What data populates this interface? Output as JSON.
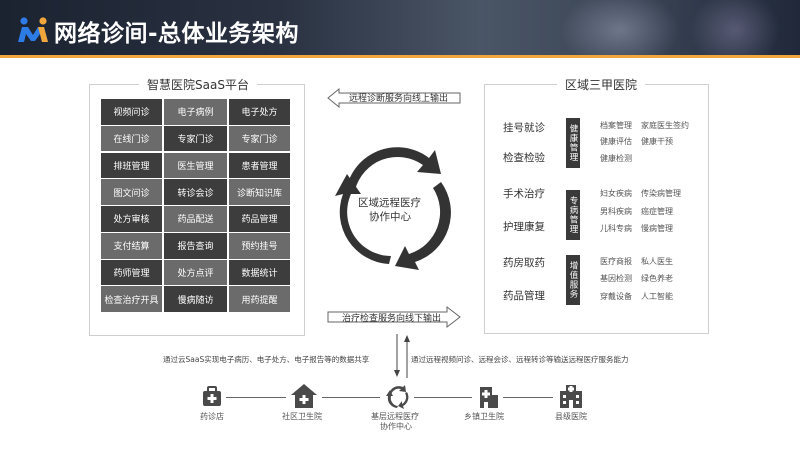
{
  "header": {
    "title": "网络诊间-总体业务架构",
    "colors": {
      "accent": "#f0a63a",
      "logo_blue": "#2d7be5",
      "logo_orange": "#f0a63a"
    }
  },
  "left_panel": {
    "title": "智慧医院SaaS平台",
    "grid": [
      [
        "视频问诊",
        "电子病例",
        "电子处方"
      ],
      [
        "在线门诊",
        "专家门诊",
        "专家门诊"
      ],
      [
        "排班管理",
        "医生管理",
        "患者管理"
      ],
      [
        "图文问诊",
        "转诊会诊",
        "诊断知识库"
      ],
      [
        "处方审核",
        "药品配送",
        "药品管理"
      ],
      [
        "支付结算",
        "报告查询",
        "预约挂号"
      ],
      [
        "药师管理",
        "处方点评",
        "数据统计"
      ],
      [
        "检查治疗开具",
        "慢病随访",
        "用药提醒"
      ]
    ]
  },
  "right_panel": {
    "title": "区域三甲医院",
    "groups": [
      {
        "labels": [
          "挂号就诊",
          "检查检验"
        ],
        "tag": "健康管理",
        "items": [
          [
            "档案管理",
            "家庭医生签约"
          ],
          [
            "健康评估",
            "健康干预"
          ],
          [
            "健康检测",
            ""
          ]
        ]
      },
      {
        "labels": [
          "手术治疗",
          "护理康复"
        ],
        "tag": "专病管理",
        "items": [
          [
            "妇女疾病",
            "传染病管理"
          ],
          [
            "男科疾病",
            "癌症管理"
          ],
          [
            "儿科专病",
            "慢病管理"
          ]
        ]
      },
      {
        "labels": [
          "药房取药",
          "药品管理"
        ],
        "tag": "增值服务",
        "items": [
          [
            "医疗商报",
            "私人医生"
          ],
          [
            "基因检测",
            "绿色养老"
          ],
          [
            "穿戴设备",
            "人工智能"
          ]
        ]
      }
    ]
  },
  "arrows": {
    "top": "远程诊断服务向线上输出",
    "bottom": "治疗检查服务向线下输出"
  },
  "center": {
    "line1": "区域远程医疗",
    "line2": "协作中心"
  },
  "notes": {
    "left": "通过云SaaS实现电子病历、电子处方、电子报告等的数据共享",
    "right": "通过远程视频问诊、远程会诊、远程转诊等输送远程医疗服务能力"
  },
  "bottom_nodes": [
    {
      "label": "药诊店",
      "label2": "",
      "icon": "pharmacy-icon"
    },
    {
      "label": "社区卫生院",
      "label2": "",
      "icon": "community-clinic-icon"
    },
    {
      "label": "基层远程医疗",
      "label2": "协作中心",
      "icon": "collaboration-center-icon"
    },
    {
      "label": "乡镇卫生院",
      "label2": "",
      "icon": "township-hospital-icon"
    },
    {
      "label": "县级医院",
      "label2": "",
      "icon": "county-hospital-icon"
    }
  ]
}
